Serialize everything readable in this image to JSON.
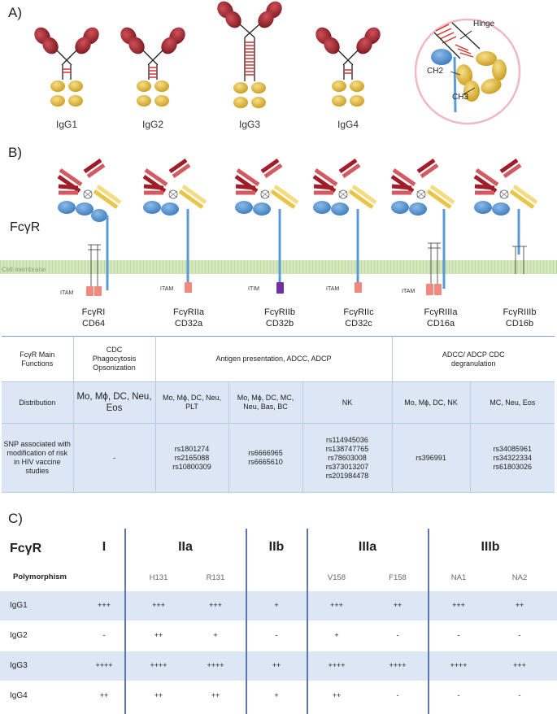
{
  "panel_a": {
    "label": "A)",
    "igg": [
      "IgG1",
      "IgG2",
      "IgG3",
      "IgG4"
    ],
    "inset": {
      "hinge": "Hinge",
      "ch2": "CH2",
      "ch3": "CH3"
    }
  },
  "panel_b": {
    "label": "B)",
    "family": "FcγR",
    "membrane": "Cell membrane",
    "receptors": [
      {
        "name": "FcγRI",
        "cd": "CD64",
        "motif": "ITAM"
      },
      {
        "name": "FcγRIIa",
        "cd": "CD32a",
        "motif": "ITAM"
      },
      {
        "name": "FcγRIIb",
        "cd": "CD32b",
        "motif": "ITIM"
      },
      {
        "name": "FcγRIIc",
        "cd": "CD32c",
        "motif": "ITAM"
      },
      {
        "name": "FcγRIIIa",
        "cd": "CD16a",
        "motif": "ITAM"
      },
      {
        "name": "FcγRIIIb",
        "cd": "CD16b",
        "motif": ""
      }
    ],
    "table": {
      "functions_label": "FcγR Main Functions",
      "functions_1": "CDC Phagocytosis Opsonization",
      "functions_2": "Antigen presentation, ADCC, ADCP",
      "functions_3": "ADCC/ ADCP CDC degranulation",
      "distribution_label": "Distribution",
      "distribution": [
        "Mo, Mϕ, DC, Neu, Eos",
        "Mo, Mϕ, DC, Neu, PLT",
        "Mo, Mϕ, DC, MC, Neu, Bas, BC",
        "NK",
        "Mo, Mϕ, DC, NK",
        "MC, Neu, Eos"
      ],
      "snp_label": "SNP associated with modification of risk in HIV vaccine studies",
      "snp": [
        "-",
        "rs1801274 rs2165088 rs10800309",
        "rs6666965 rs6665610",
        "rs114945036 rs138747765 rs78603008 rs373013207 rs201984478",
        "rs396991",
        "rs34085961 rs34322334 rs61803026"
      ]
    }
  },
  "panel_c": {
    "label": "C)",
    "corner": "FcγR",
    "groups": [
      "I",
      "IIa",
      "IIb",
      "IIIa",
      "IIIb"
    ],
    "polymorphism_label": "Polymorphism",
    "polymorphisms": [
      "",
      "H131",
      "R131",
      "",
      "V158",
      "F158",
      "NA1",
      "NA2"
    ],
    "rows": [
      {
        "name": "IgG1",
        "values": [
          "+++",
          "+++",
          "+++",
          "+",
          "+++",
          "++",
          "+++",
          "++"
        ]
      },
      {
        "name": "IgG2",
        "values": [
          "-",
          "++",
          "+",
          "-",
          "+",
          "-",
          "-",
          "-"
        ]
      },
      {
        "name": "IgG3",
        "values": [
          "++++",
          "++++",
          "++++",
          "++",
          "++++",
          "++++",
          "++++",
          "+++"
        ]
      },
      {
        "name": "IgG4",
        "values": [
          "++",
          "++",
          "++",
          "+",
          "++",
          "-",
          "-",
          "-"
        ]
      }
    ]
  },
  "colors": {
    "fab": "#a52a35",
    "fc": "#e8c547",
    "hinge": "#d93030",
    "receptor": "#5b9bd5",
    "membrane": "#c7dfa8",
    "itam": "#f08a7e",
    "itim": "#7030a0",
    "table_band": "#dce6f4",
    "table_line": "#5a77b0"
  }
}
